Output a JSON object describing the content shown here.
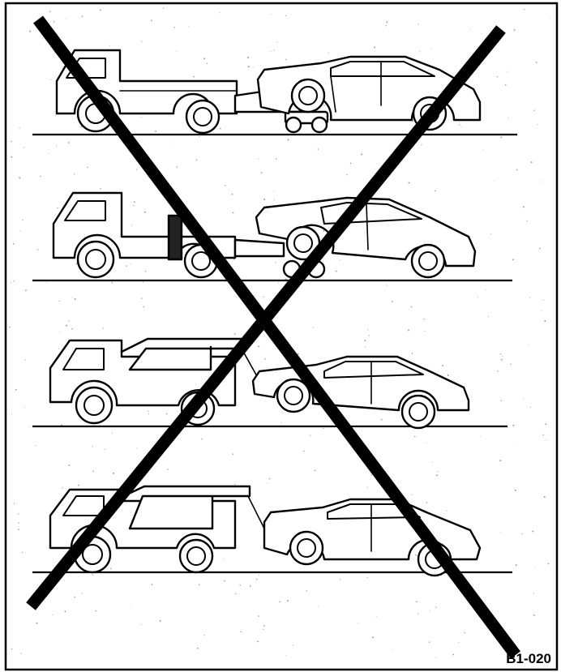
{
  "figure_code": "B1-020",
  "cross_mark_icon": "x-mark-icon",
  "rows": [
    {
      "label": "row-1",
      "method": "tow-truck-with-wheel-lift-dolly",
      "vehicle_icon": "sedan-icon"
    },
    {
      "label": "row-2",
      "method": "tow-truck-with-sling-front-raised",
      "vehicle_icon": "sedan-icon"
    },
    {
      "label": "row-3",
      "method": "tow-truck-with-rear-boom-hook",
      "vehicle_icon": "sedan-icon"
    },
    {
      "label": "row-4",
      "method": "tow-truck-with-rear-boom-hook-flat",
      "vehicle_icon": "sedan-icon"
    }
  ],
  "colors": {
    "ink": "#000000",
    "paper": "#ffffff"
  }
}
